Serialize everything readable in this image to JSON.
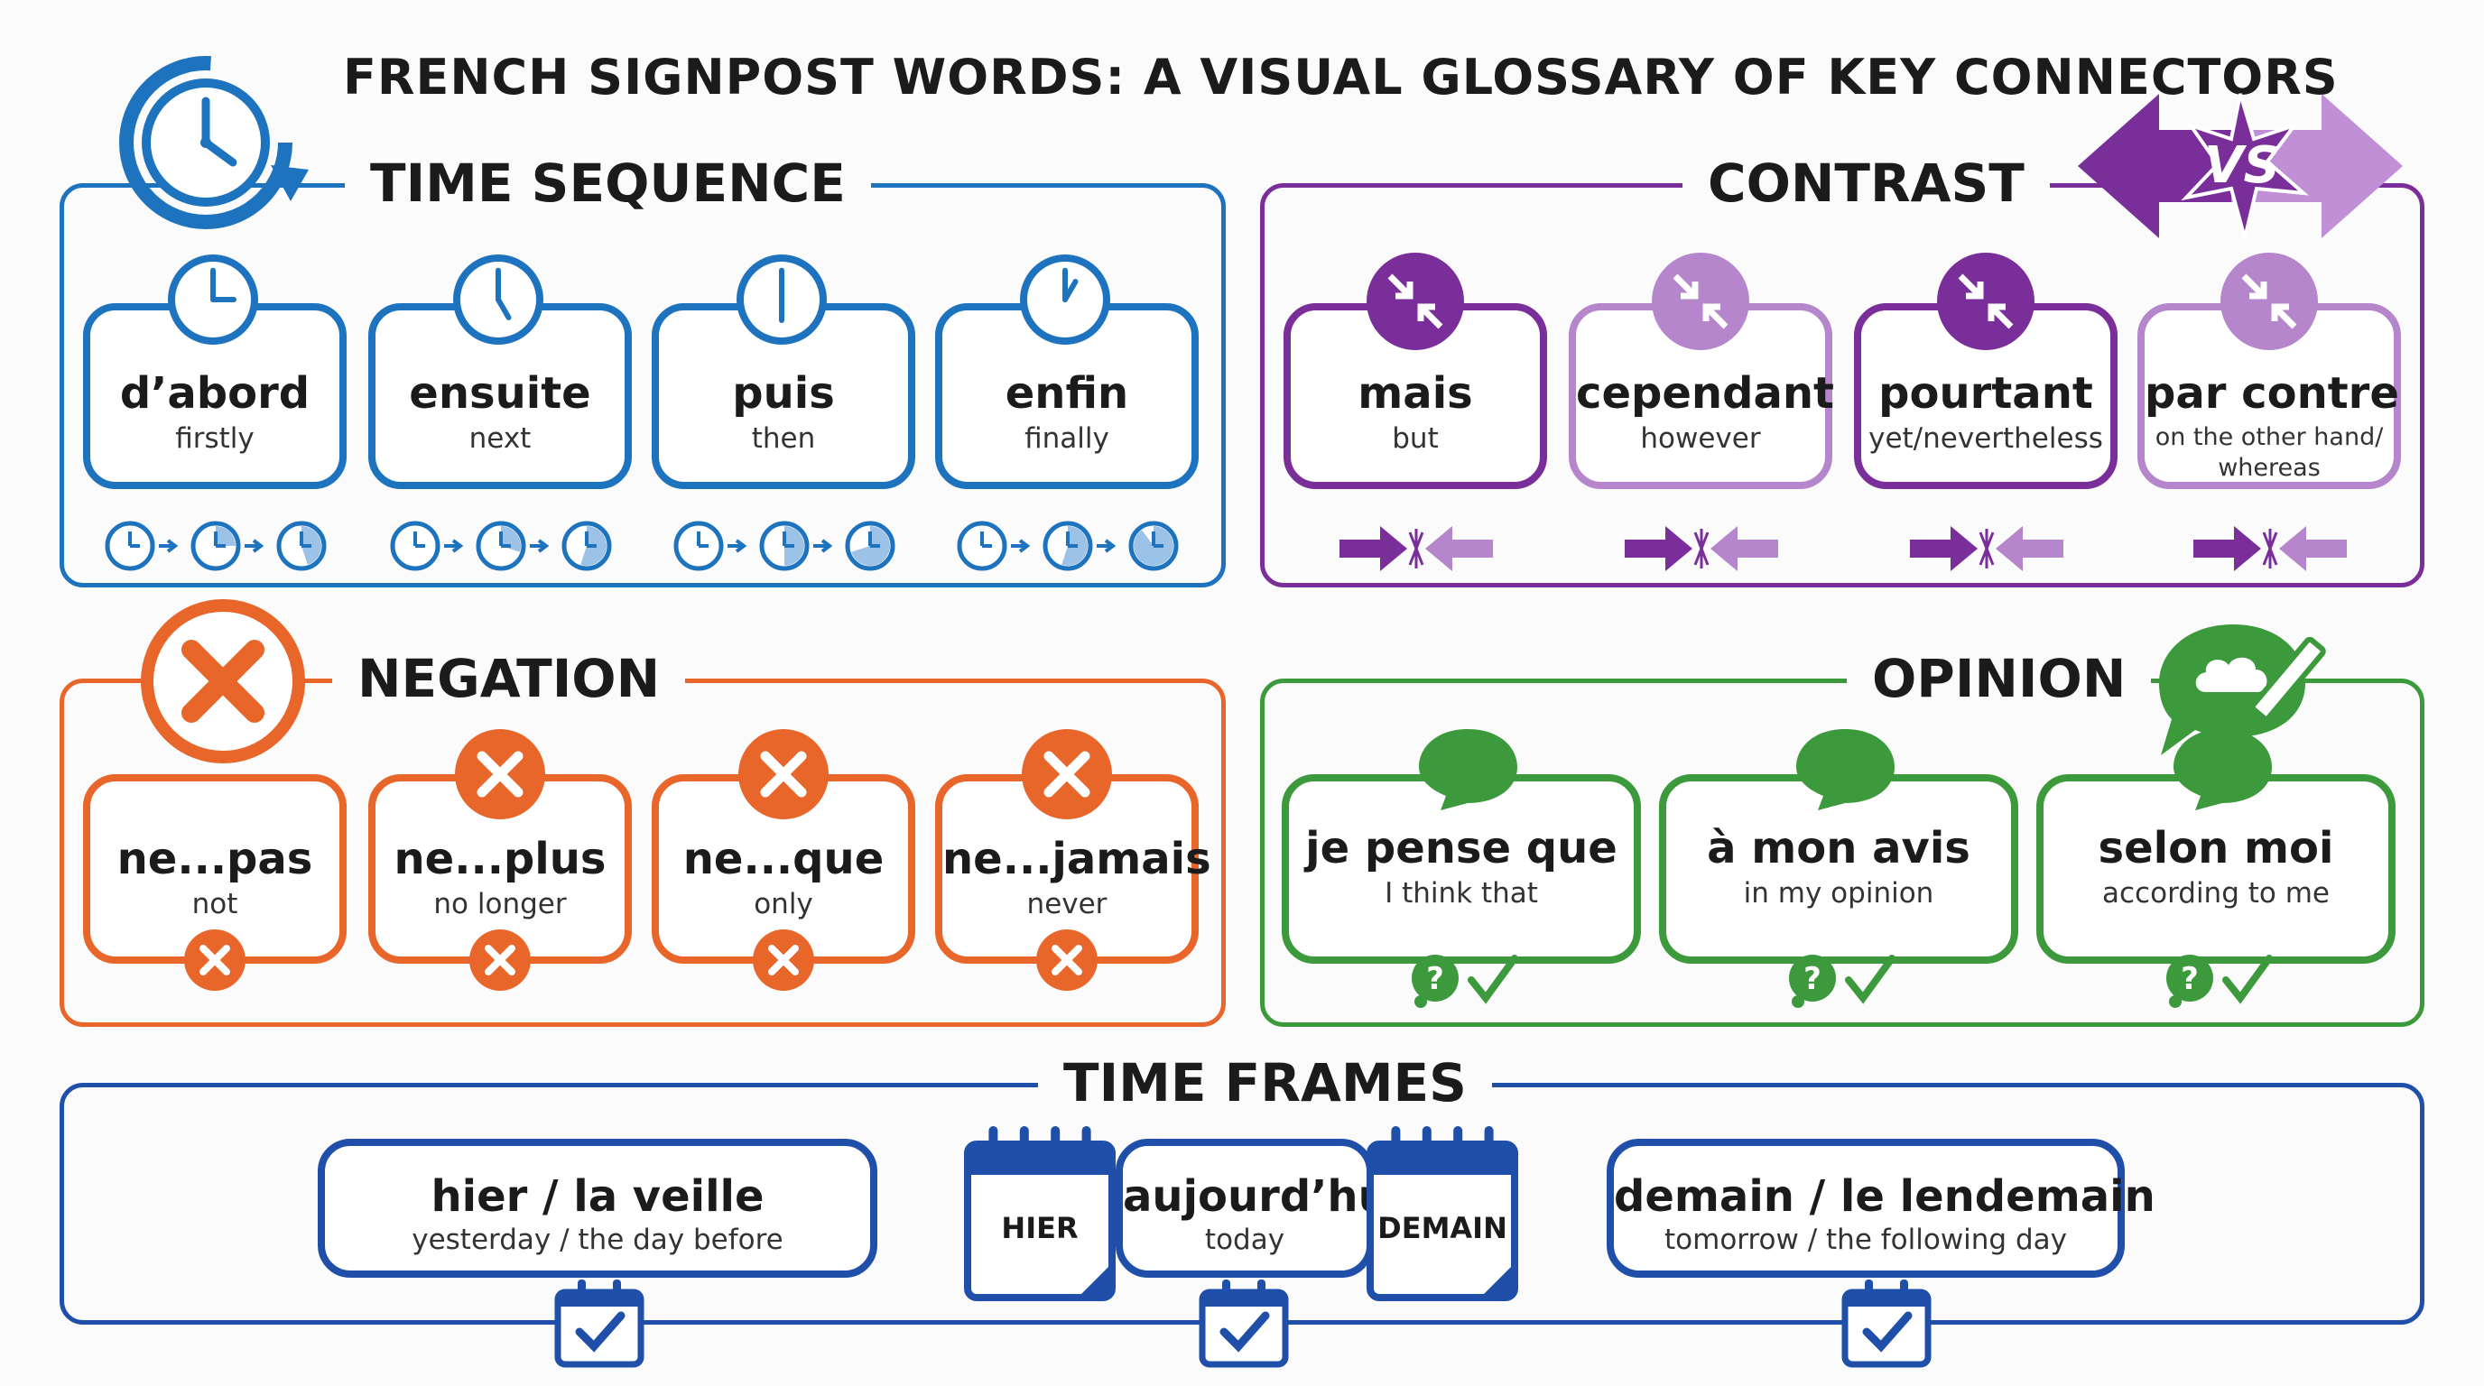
{
  "title": "FRENCH SIGNPOST WORDS: A VISUAL GLOSSARY OF KEY CONNECTORS",
  "colors": {
    "blue": "#1e73be",
    "dark_purple": "#7a2e9a",
    "light_purple": "#b586cc",
    "orange": "#e8662a",
    "green": "#3c9a3c",
    "navy": "#1f4fa8"
  },
  "time_sequence": {
    "heading": "TIME SEQUENCE",
    "icon": "clock-cycle-icon",
    "items": [
      {
        "word": "d’abord",
        "translation": "firstly"
      },
      {
        "word": "ensuite",
        "translation": "next"
      },
      {
        "word": "puis",
        "translation": "then"
      },
      {
        "word": "enfin",
        "translation": "finally"
      }
    ]
  },
  "contrast": {
    "heading": "CONTRAST",
    "badge": "VS",
    "items": [
      {
        "word": "mais",
        "translation": "but"
      },
      {
        "word": "cependant",
        "translation": "however"
      },
      {
        "word": "pourtant",
        "translation": "yet/nevertheless"
      },
      {
        "word": "par contre",
        "translation": "on the other hand/ whereas"
      }
    ]
  },
  "negation": {
    "heading": "NEGATION",
    "icon": "cross-circle-icon",
    "items": [
      {
        "word": "ne...pas",
        "translation": "not"
      },
      {
        "word": "ne...plus",
        "translation": "no longer"
      },
      {
        "word": "ne...que",
        "translation": "only"
      },
      {
        "word": "ne...jamais",
        "translation": "never"
      }
    ]
  },
  "opinion": {
    "heading": "OPINION",
    "icon": "thought-bubble-pencil-icon",
    "items": [
      {
        "word": "je pense que",
        "translation": "I think that"
      },
      {
        "word": "à mon avis",
        "translation": "in my opinion"
      },
      {
        "word": "selon moi",
        "translation": "according to me"
      }
    ]
  },
  "time_frames": {
    "heading": "TIME FRAMES",
    "items": [
      {
        "word": "hier / la veille",
        "translation": "yesterday / the day before"
      },
      {
        "word": "aujourd’hui",
        "translation": "today"
      },
      {
        "word": "demain / le lendemain",
        "translation": "tomorrow / the following day"
      }
    ],
    "calendar_left": "HIER",
    "calendar_right": "DEMAIN"
  }
}
